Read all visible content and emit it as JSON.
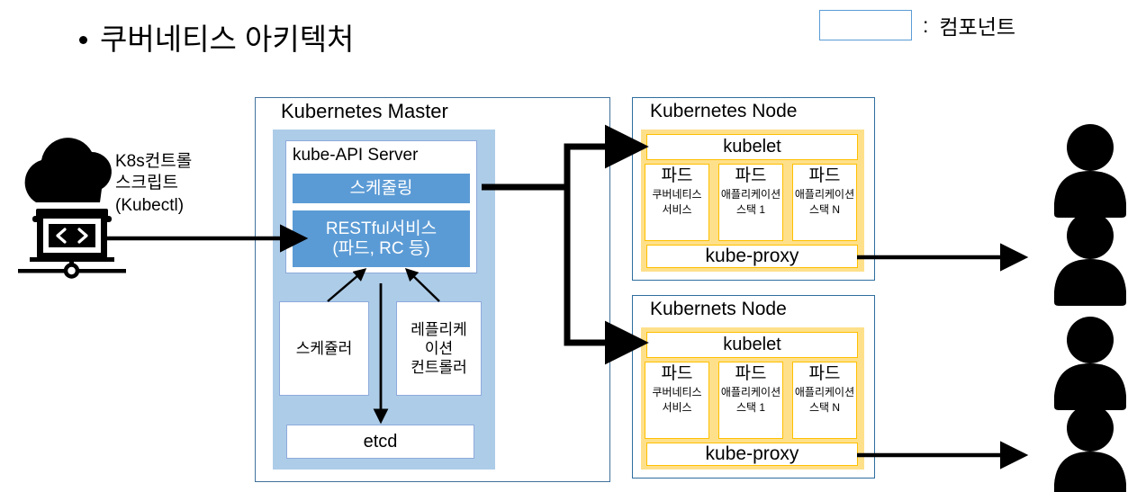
{
  "title": {
    "bullet": "bullet-dot",
    "text": "쿠버네티스 아키텍처"
  },
  "legend": {
    "swatch_icon": "empty-rectangle-swatch",
    "colon": ":",
    "label": "컴포넌트",
    "swatch_border_color": "#5B9BD5"
  },
  "client": {
    "icon": "cloud-terminal-icon",
    "label_line1": "K8s컨트롤",
    "label_line2": "스크립트",
    "label_line3": "(Kubectl)"
  },
  "master": {
    "title": "Kubernetes Master",
    "panel_color": "#ADCCE8",
    "api_server": {
      "label": "kube-API Server",
      "sub_boxes": [
        {
          "label": "스케줄링",
          "color": "#5B9BD5"
        },
        {
          "label_line1": "RESTful서비스",
          "label_line2": "(파드, RC 등)",
          "color": "#5B9BD5"
        }
      ]
    },
    "scheduler": {
      "label": "스케쥴러"
    },
    "replication_controller": {
      "line1": "레플리케",
      "line2": "이션",
      "line3": "컨트롤러"
    },
    "etcd": {
      "label": "etcd"
    }
  },
  "nodes": [
    {
      "title": "Kubernetes Node",
      "kubelet": "kubelet",
      "kube_proxy": "kube-proxy",
      "panel_color": "#FFE08A",
      "border_color": "#FFC000",
      "pods": [
        {
          "title": "파드",
          "sub_line1": "쿠버네티스",
          "sub_line2": "서비스"
        },
        {
          "title": "파드",
          "sub_line1": "애플리케이션",
          "sub_line2": "스택 1"
        },
        {
          "title": "파드",
          "sub_line1": "애플리케이션",
          "sub_line2": "스택 N"
        }
      ]
    },
    {
      "title": "Kubernets Node",
      "kubelet": "kubelet",
      "kube_proxy": "kube-proxy",
      "panel_color": "#FFE08A",
      "border_color": "#FFC000",
      "pods": [
        {
          "title": "파드",
          "sub_line1": "쿠버네티스",
          "sub_line2": "서비스"
        },
        {
          "title": "파드",
          "sub_line1": "애플리케이션",
          "sub_line2": "스택 1"
        },
        {
          "title": "파드",
          "sub_line1": "애플리케이션",
          "sub_line2": "스택 N"
        }
      ]
    }
  ],
  "users": {
    "icon": "user-silhouette-icon",
    "count": 4
  },
  "connectors": {
    "client_to_api": "arrow-right",
    "api_to_kubelets": "branching-arrow",
    "scheduler_to_api": "arrow-up-left",
    "rc_to_api": "arrow-up-right",
    "api_to_etcd": "arrow-down",
    "proxy_to_users": "arrow-right"
  }
}
